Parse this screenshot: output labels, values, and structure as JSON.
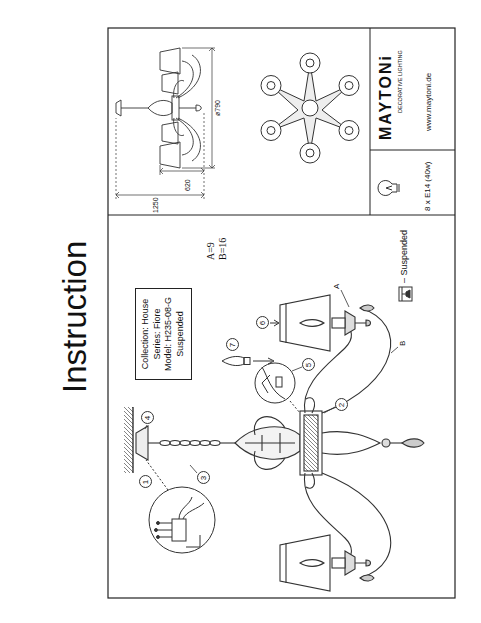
{
  "diagram": {
    "title": "Instruction",
    "nodes": [
      {
        "text": [
          "Collection: House",
          "Series: Fiore",
          "Model: H235-08-G",
          "Suspended"
        ]
      }
    ],
    "labels": [
      "A=9",
      "B=16",
      "– Suspended",
      "8 x E14 (40w)",
      "MAYTONi",
      "DECORATIVE LIGHTING",
      "www.maytoni.de",
      "1250",
      "620",
      "ø790",
      "1",
      "2",
      "3",
      "4",
      "5",
      "6",
      "7",
      "A",
      "B"
    ]
  }
}
